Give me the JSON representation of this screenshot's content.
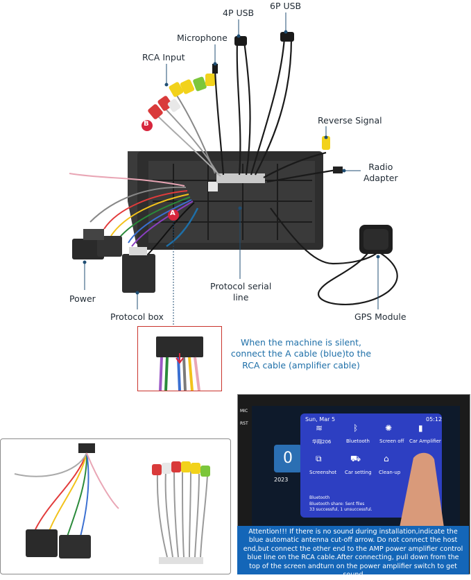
{
  "labels": {
    "usb4p": "4P USB",
    "usb6p": "6P USB",
    "microphone": "Microphone",
    "rca_input": "RCA Input",
    "reverse_signal": "Reverse Signal",
    "radio_adapter": "Radio\nAdapter",
    "power": "Power",
    "protocol_box": "Protocol box",
    "protocol_serial_line": "Protocol serial\nline",
    "gps_module": "GPS Module",
    "marker_a": "A",
    "marker_b": "B"
  },
  "note": "When the machine is silent,\nconnect the A cable (blue)to the\nRCA cable (amplifier cable)",
  "screen": {
    "date": "Sun, Mar 5",
    "time": "05:12",
    "side_labels": [
      "MIC",
      "RST"
    ],
    "clock_digit": "0",
    "year": "2023",
    "tiles": [
      {
        "icon": "wifi-icon",
        "glyph": "≋",
        "label": "华翔206"
      },
      {
        "icon": "bluetooth-icon",
        "glyph": "ᛒ",
        "label": "Bluetooth"
      },
      {
        "icon": "brightness-icon",
        "glyph": "✺",
        "label": "Screen off"
      },
      {
        "icon": "amplifier-icon",
        "glyph": "▮",
        "label": "Car Amplifier"
      },
      {
        "icon": "screenshot-icon",
        "glyph": "⧉",
        "label": "Screenshot"
      },
      {
        "icon": "car-setting-icon",
        "glyph": "⛟",
        "label": "Car setting"
      },
      {
        "icon": "cleanup-icon",
        "glyph": "⌂",
        "label": "Clean-up"
      }
    ],
    "notification": {
      "title": "Bluetooth",
      "line1": "Bluetooth share: Sent files",
      "line2": "33 successful, 1 unsuccessful."
    }
  },
  "attention": "Attention!!! If there is no sound during installation,indicate the blue automatic antenna cut-off arrow. Do not connect the host end,but connect the other end to the AMP power amplifier control blue line on the RCA cable.After connecting, pull down from the top of the screen andturn on the power amplifier switch to get sound",
  "colors": {
    "accent": "#1e6fa8",
    "leader": "#1f4e73",
    "attention_bg": "#1466b8",
    "inset_border": "#c9332b",
    "marker": "#d7263d"
  }
}
